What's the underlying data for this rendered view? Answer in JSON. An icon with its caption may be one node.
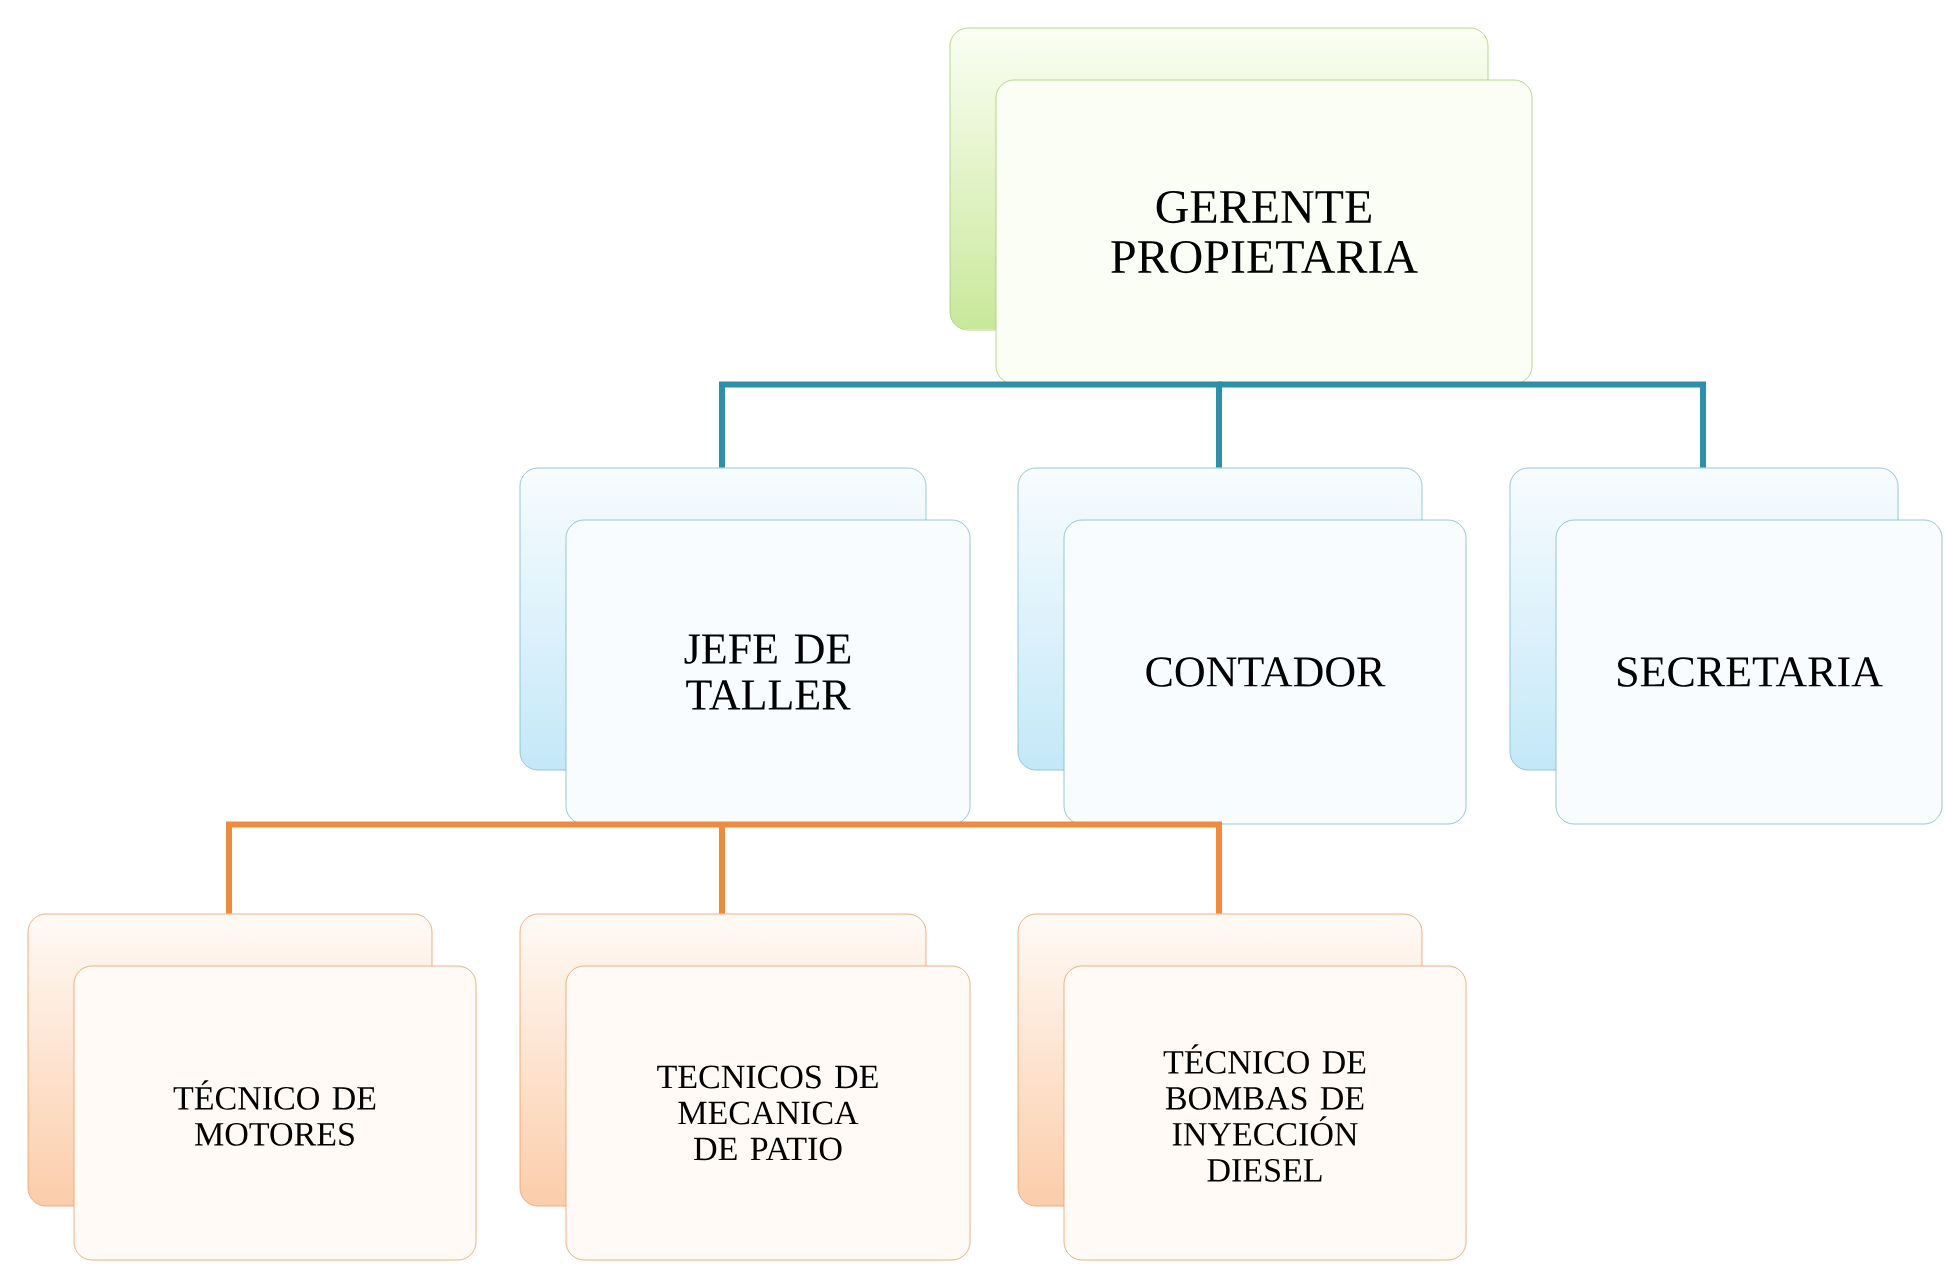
{
  "diagram": {
    "nodes": [
      {
        "text": [
          "GERENTE PROPIETARIA"
        ]
      },
      {
        "text": [
          "JEFE DE TALLER"
        ]
      },
      {
        "text": [
          "CONTADOR"
        ]
      },
      {
        "text": [
          "SECRETARIA"
        ]
      },
      {
        "text": [
          "TÉCNICO DE MOTORES"
        ]
      },
      {
        "text": [
          "TECNICOS DE MECANICA DE PATIO"
        ]
      },
      {
        "text": [
          "TÉCNICO DE BOMBAS DE INYECCIÓN DIESEL"
        ]
      }
    ],
    "edges": [
      {
        "from": 0,
        "to": 1,
        "arrow": "none",
        "color": "#2e8fa8"
      },
      {
        "from": 0,
        "to": 2,
        "arrow": "none",
        "color": "#2e8fa8"
      },
      {
        "from": 0,
        "to": 3,
        "arrow": "none",
        "color": "#2e8fa8"
      },
      {
        "from": 1,
        "to": 4,
        "arrow": "none",
        "color": "#f08a3c"
      },
      {
        "from": 1,
        "to": 5,
        "arrow": "none",
        "color": "#f08a3c"
      },
      {
        "from": 1,
        "to": 6,
        "arrow": "none",
        "color": "#f08a3c"
      }
    ]
  }
}
